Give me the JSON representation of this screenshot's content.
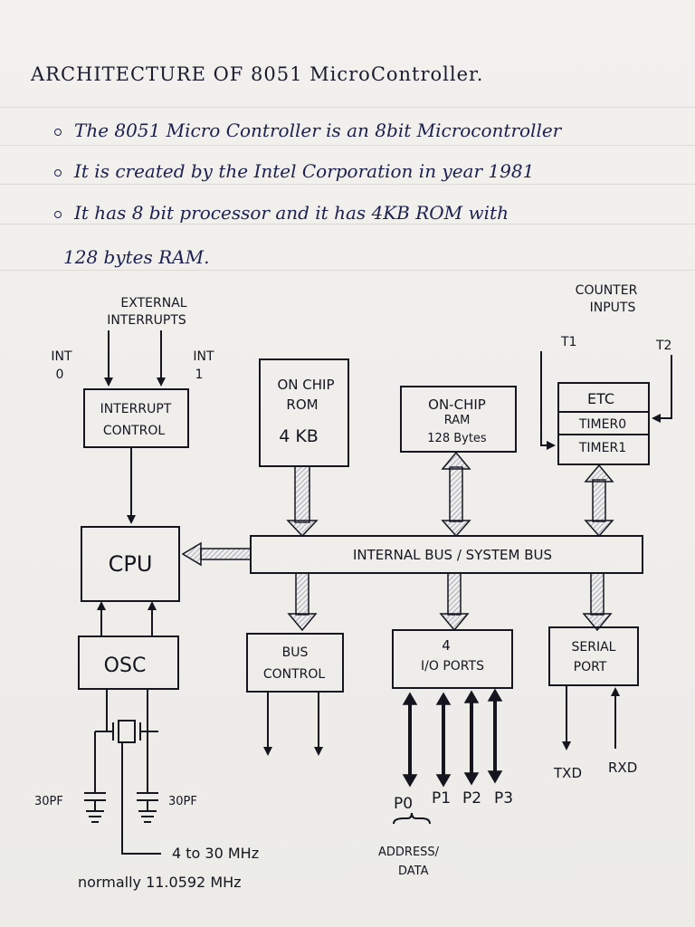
{
  "title": "ARCHITECTURE OF 8051 MicroController.",
  "bullets": [
    "The 8051 Micro Controller is an 8bit Microcontroller",
    "It is created by the Intel Corporation in year 1981",
    "It has 8 bit processor and it has 4KB ROM with"
  ],
  "bullet_continuation": "128 bytes RAM.",
  "diagram": {
    "external_interrupts": [
      "EXTERNAL",
      "INTERRUPTS"
    ],
    "int0": [
      "INT",
      "0"
    ],
    "int1": [
      "INT",
      "1"
    ],
    "interrupt_control": [
      "INTERRUPT",
      "CONTROL"
    ],
    "cpu": "CPU",
    "osc": "OSC",
    "rom": [
      "ON CHIP",
      "ROM",
      "4 KB"
    ],
    "ram": [
      "ON-CHIP",
      "RAM",
      "128 Bytes"
    ],
    "counter_inputs": [
      "COUNTER",
      "INPUTS"
    ],
    "t1": "T1",
    "t2": "T2",
    "etc": "ETC",
    "timer0": "TIMER0",
    "timer1": "TIMER1",
    "internal_bus": "INTERNAL BUS / SYSTEM BUS",
    "bus_control": [
      "BUS",
      "CONTROL"
    ],
    "io_ports": [
      "4",
      "I/O PORTS"
    ],
    "serial_port": [
      "SERIAL",
      "PORT"
    ],
    "ports": [
      "P0",
      "P1",
      "P2",
      "P3"
    ],
    "address_data": [
      "ADDRESS/",
      "DATA"
    ],
    "txd": "TXD",
    "rxd": "RXD",
    "cap_left": "30PF",
    "cap_right": "30PF",
    "freq_range": "4 to 30 MHz",
    "freq_normal": "normally 11.0592 MHz"
  }
}
